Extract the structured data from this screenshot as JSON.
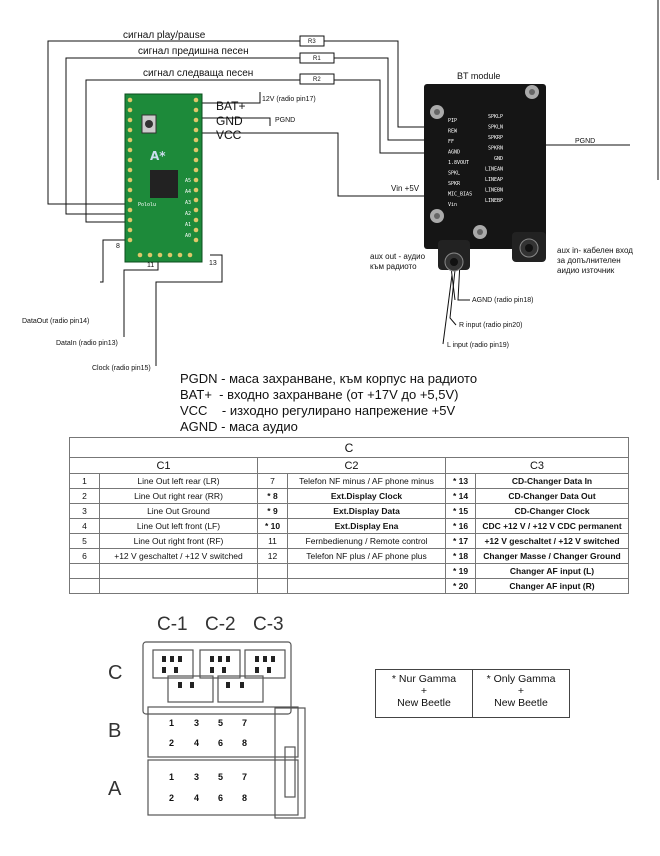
{
  "wires": {
    "signal_play_pause": "сигнал play/pause",
    "signal_prev": "сигнал предишна песен",
    "signal_next": "сигнал следваща песен",
    "r3": "R3",
    "r1": "R1",
    "r2": "R2",
    "bat": "BAT+",
    "gnd": "GND",
    "vcc": "VCC",
    "bat_note": "12V (radio pin17)",
    "pgnd_left": "PGND",
    "pgnd_right": "PGND",
    "vin": "Vin +5V",
    "bt_module": "BT module",
    "aux_out": "aux out - аудио\nкъм радиото",
    "aux_in": "aux in- кабелен вход\nза допълнителен\nаидио източник",
    "agnd": "AGND (radio pin18)",
    "r_input": "R input (radio pin20)",
    "l_input": "L input (radio pin19)",
    "pin8": "8",
    "pin11": "11",
    "pin13": "13",
    "dataout": "DataOut (radio pin14)",
    "datain": "DataIn (radio pin13)",
    "clock": "Clock (radio pin15)"
  },
  "legend": [
    "PGDN - маса захранване, към корпус на радиото",
    "BAT+  - входно захранване (от +17V до +5,5V)",
    "VCC    - изходно регулирано напрежение +5V",
    "AGND - маса аудио"
  ],
  "table": {
    "title": "C",
    "groups": [
      "C1",
      "C2",
      "C3"
    ],
    "rows": [
      [
        "1",
        "Line Out left rear (LR)",
        "7",
        "Telefon NF minus / AF phone minus",
        "* 13",
        "CD-Changer Data In"
      ],
      [
        "2",
        "Line Out right rear (RR)",
        "* 8",
        "Ext.Display Clock",
        "* 14",
        "CD-Changer Data Out"
      ],
      [
        "3",
        "Line Out Ground",
        "* 9",
        "Ext.Display Data",
        "* 15",
        "CD-Changer Clock"
      ],
      [
        "4",
        "Line Out left front (LF)",
        "* 10",
        "Ext.Display Ena",
        "* 16",
        "CDC +12 V / +12 V CDC permanent"
      ],
      [
        "5",
        "Line Out right front (RF)",
        "11",
        "Fernbedienung / Remote control",
        "* 17",
        "+12 V geschaltet / +12 V switched"
      ],
      [
        "6",
        "+12 V geschaltet / +12 V switched",
        "12",
        "Telefon NF plus / AF phone plus",
        "* 18",
        "Changer Masse / Changer Ground"
      ],
      [
        "",
        "",
        "",
        "",
        "* 19",
        "Changer AF input (L)"
      ],
      [
        "",
        "",
        "",
        "",
        "* 20",
        "Changer AF input (R)"
      ]
    ]
  },
  "connector": {
    "headers": [
      "C-1",
      "C-2",
      "C-3"
    ],
    "labels": [
      "C",
      "B",
      "A"
    ],
    "pins_top": [
      "1",
      "3",
      "5",
      "7"
    ],
    "pins_bottom": [
      "2",
      "4",
      "6",
      "8"
    ]
  },
  "notes": {
    "left": "* Nur Gamma\n+\nNew Beetle",
    "right": "* Only Gamma\n+\nNew Beetle"
  },
  "board": {
    "name": "Pololu",
    "logo": "A*",
    "pins_right": [
      "A5",
      "A4",
      "A3",
      "A2",
      "A1",
      "A0"
    ],
    "bt_pins_left": [
      "PIP",
      "REW",
      "FF",
      "AGND",
      "1.8VOUT",
      "SPKL",
      "SPKR",
      "MIC_BIAS",
      "Vin"
    ],
    "bt_pins_right": [
      "SPKLP",
      "SPKLN",
      "SPKRP",
      "SPKRN",
      "GND",
      "LINEAN",
      "LINEAP",
      "LINEBN",
      "LINEBP"
    ]
  }
}
